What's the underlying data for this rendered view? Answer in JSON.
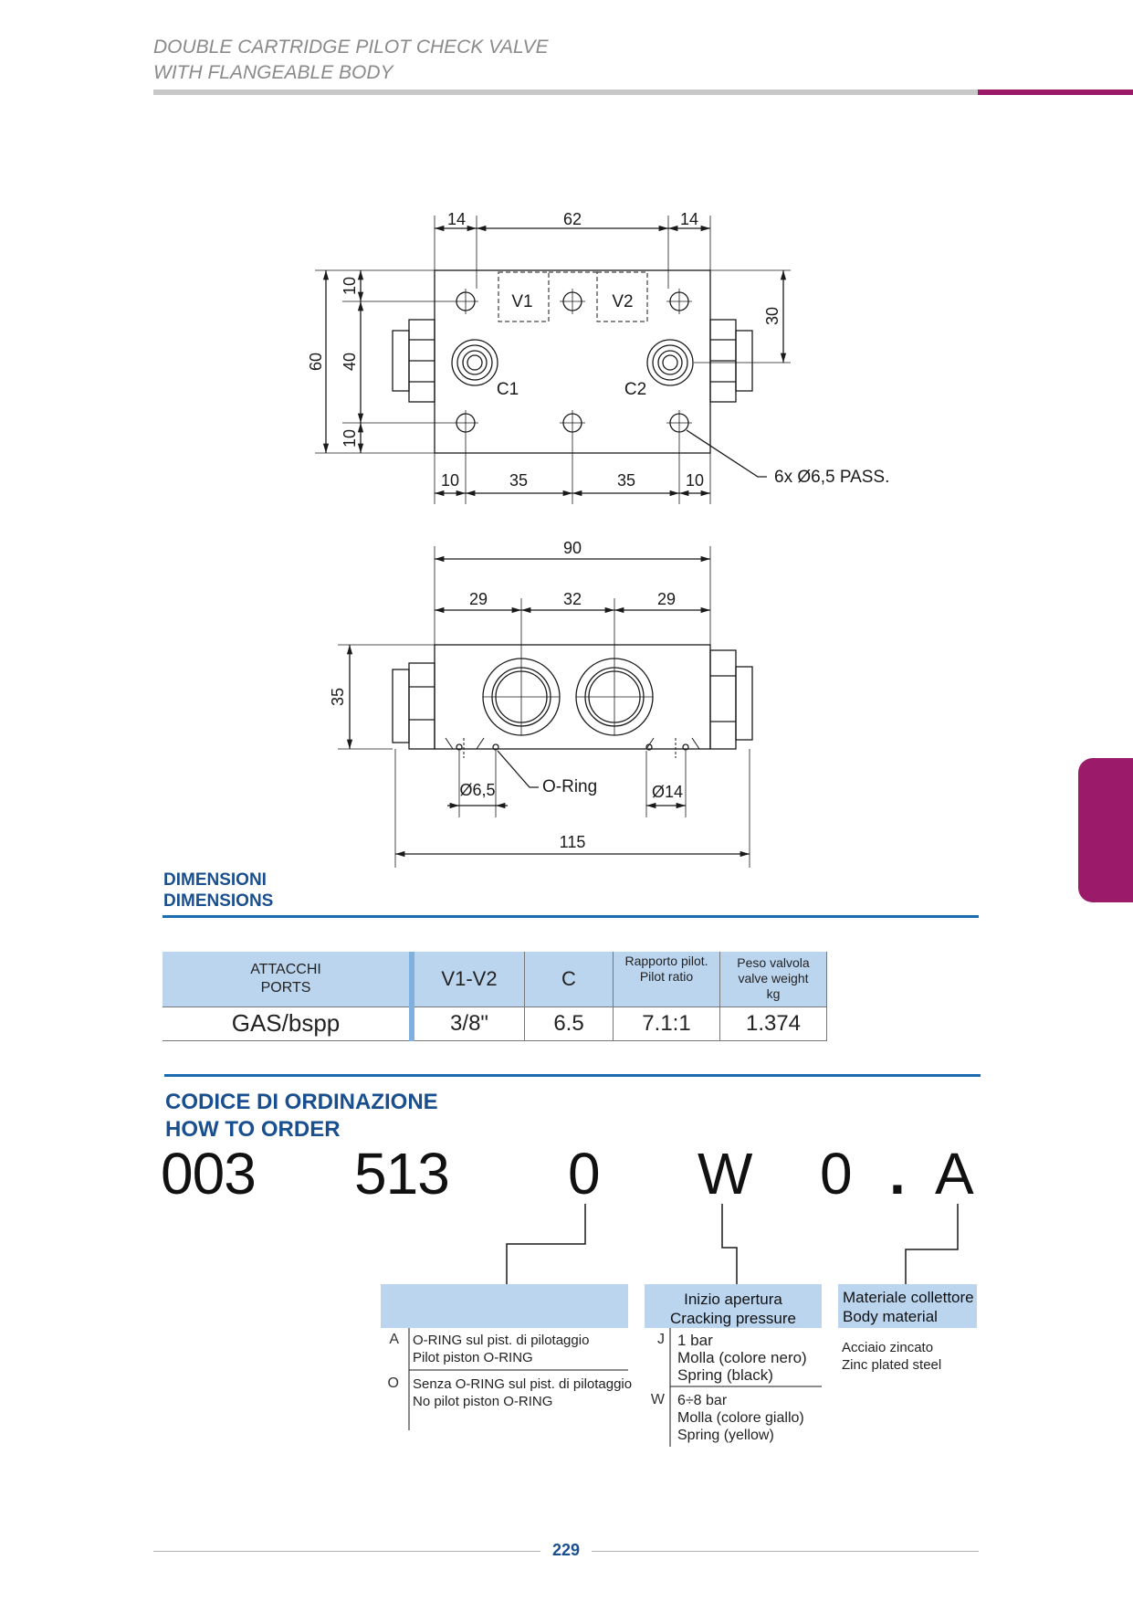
{
  "header": {
    "title_line1": "DOUBLE CARTRIDGE PILOT CHECK VALVE",
    "title_line2": "WITH FLANGEABLE BODY"
  },
  "drawing_top": {
    "dims_top": [
      "14",
      "62",
      "14"
    ],
    "dims_bottom": [
      "10",
      "35",
      "35",
      "10"
    ],
    "dims_left": [
      "60",
      "10",
      "40",
      "10"
    ],
    "dim_right": "30",
    "labels": [
      "V1",
      "V2",
      "C1",
      "C2"
    ],
    "hole_callout": "6x Ø6,5 PASS."
  },
  "drawing_side": {
    "dim_total": "90",
    "dims_top": [
      "29",
      "32",
      "29"
    ],
    "dim_left": "35",
    "dim_bottom": "115",
    "callout_d65": "Ø6,5",
    "callout_oring": "O-Ring",
    "callout_d14": "Ø14"
  },
  "dimensions_section": {
    "title_it": "DIMENSIONI",
    "title_en": "DIMENSIONS",
    "table": {
      "headers": [
        [
          "ATTACCHI",
          "PORTS"
        ],
        [
          "V1-V2"
        ],
        [
          "C"
        ],
        [
          "Rapporto pilot.",
          "Pilot ratio"
        ],
        [
          "Peso valvola",
          "valve weight",
          "kg"
        ]
      ],
      "row": [
        "GAS/bspp",
        "3/8\"",
        "6.5",
        "7.1:1",
        "1.374"
      ]
    }
  },
  "order_section": {
    "title_it": "CODICE DI ORDINAZIONE",
    "title_en": "HOW TO ORDER",
    "code_parts": [
      "003",
      "513",
      "0",
      "W",
      "0",
      ".",
      "A"
    ],
    "box1": {
      "options": [
        {
          "letter": "A",
          "line1": "O-RING sul pist. di pilotaggio",
          "line2": "Pilot piston O-RING"
        },
        {
          "letter": "O",
          "line1": "Senza O-RING sul pist. di pilotaggio",
          "line2": "No pilot piston O-RING"
        }
      ]
    },
    "box2": {
      "header_line1": "Inizio apertura",
      "header_line2": "Cracking pressure",
      "options": [
        {
          "letter": "J",
          "line1": "1 bar",
          "line2": "Molla (colore nero)",
          "line3": "Spring (black)"
        },
        {
          "letter": "W",
          "line1": "6÷8 bar",
          "line2": "Molla (colore giallo)",
          "line3": "Spring (yellow)"
        }
      ]
    },
    "box3": {
      "header_line1": "Materiale collettore",
      "header_line2": "Body material",
      "line1": "Acciaio  zincato",
      "line2": "Zinc plated steel"
    }
  },
  "footer": {
    "page_number": "229"
  },
  "colors": {
    "accent_blue": "#1a4f8f",
    "magenta": "#9c1a6a",
    "table_blue": "#bcd5ef"
  }
}
